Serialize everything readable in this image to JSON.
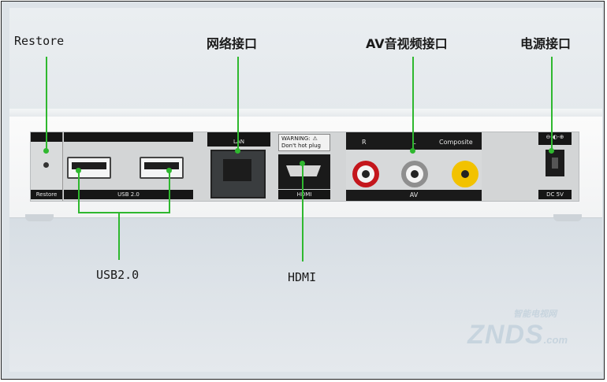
{
  "callouts": {
    "restore": "Restore",
    "network": "网络接口",
    "av": "AV音视频接口",
    "power": "电源接口",
    "usb": "USB2.0",
    "hdmi": "HDMI"
  },
  "panel": {
    "restore_label": "Restore",
    "usb_label": "USB 2.0",
    "lan_label": "LAN",
    "warning_line1": "WARNING:",
    "warning_line2": "Don't hot plug",
    "hdmi_label": "HDMI",
    "av_r": "R",
    "av_l": "L",
    "av_composite": "Composite",
    "av_label": "AV",
    "dc_label": "DC 5V"
  },
  "watermark": {
    "top": "智能电视网",
    "main": "ZNDS",
    "suffix": ".com"
  },
  "colors": {
    "callout_line": "#2fb82f",
    "rca_red": "#c4161c",
    "rca_white": "#e8e8e8",
    "rca_yellow": "#f2c200"
  }
}
